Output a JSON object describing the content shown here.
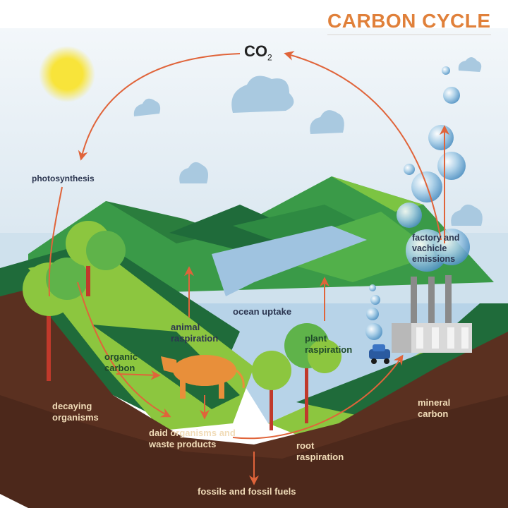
{
  "title": "CARBON CYCLE",
  "co2": {
    "main": "CO",
    "sub": "2"
  },
  "labels": {
    "photosynthesis": "photosynthesis",
    "factory_emissions": [
      "factory and",
      "vachicle",
      "emissions"
    ],
    "ocean_uptake": "ocean uptake",
    "animal_respiration": [
      "animal",
      "raspiration"
    ],
    "plant_respiration": [
      "plant",
      "raspiration"
    ],
    "organic_carbon": [
      "organic",
      "carbon"
    ],
    "decaying_organisms": [
      "decaying",
      "organisms"
    ],
    "dead_organisms": [
      "daid organisms and",
      "waste products"
    ],
    "root_respiration": [
      "root",
      "raspiration"
    ],
    "mineral_carbon": [
      "mineral",
      "carbon"
    ],
    "fossils": "fossils and fossil fuels"
  },
  "colors": {
    "title": "#e0803a",
    "arrow": "#e0643a",
    "sky": "#dce9f1",
    "water": "#b7d3e8",
    "soil": "#5a3020",
    "grass_light": "#8cc63f",
    "grass_dark": "#1f6b3a",
    "sun": "#f7e23a",
    "animal": "#e88f3a"
  },
  "icons": [
    "sun-icon",
    "cloud-icon",
    "tree-icon",
    "cow-icon",
    "factory-icon",
    "car-icon",
    "bubble-icon"
  ]
}
